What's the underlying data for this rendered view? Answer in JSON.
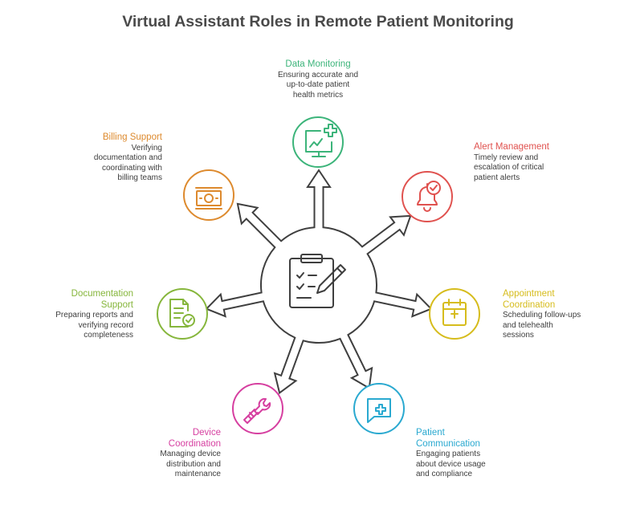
{
  "title": "Virtual Assistant Roles in Remote Patient Monitoring",
  "colors": {
    "outline": "#3f3f3f",
    "green": "#3cb47a",
    "red": "#e0524f",
    "yellow": "#d6bc1c",
    "blue": "#2aa9d0",
    "pink": "#d63fa0",
    "lime": "#86b63c",
    "orange": "#dd8a2e"
  },
  "center_icon": "clipboard-checklist-pencil-icon",
  "roles": [
    {
      "key": "data",
      "heading": "Data Monitoring",
      "lines": [
        "Ensuring accurate and",
        "up-to-date patient",
        "health metrics"
      ],
      "icon": "monitor-medical-chart-icon",
      "color": "#3cb47a"
    },
    {
      "key": "alert",
      "heading": "Alert Management",
      "lines": [
        "Timely review and",
        "escalation of critical",
        "patient alerts"
      ],
      "icon": "bell-check-icon",
      "color": "#e0524f"
    },
    {
      "key": "appointment",
      "heading": "Appointment Coordination",
      "heading_lines": [
        "Appointment",
        "Coordination"
      ],
      "lines": [
        "Scheduling follow-ups",
        "and telehealth",
        "sessions"
      ],
      "icon": "calendar-medical-icon",
      "color": "#d6bc1c"
    },
    {
      "key": "patient",
      "heading": "Patient Communication",
      "heading_lines": [
        "Patient",
        "Communication"
      ],
      "lines": [
        "Engaging patients",
        "about device usage",
        "and compliance"
      ],
      "icon": "chat-medical-icon",
      "color": "#2aa9d0"
    },
    {
      "key": "device",
      "heading": "Device Coordination",
      "heading_lines": [
        "Device",
        "Coordination"
      ],
      "lines": [
        "Managing device",
        "distribution and",
        "maintenance"
      ],
      "icon": "wrench-tool-icon",
      "color": "#d63fa0"
    },
    {
      "key": "docs",
      "heading": "Documentation Support",
      "heading_lines": [
        "Documentation",
        "Support"
      ],
      "lines": [
        "Preparing reports and",
        "verifying record",
        "completeness"
      ],
      "icon": "document-check-icon",
      "color": "#86b63c"
    },
    {
      "key": "billing",
      "heading": "Billing Support",
      "lines": [
        "Verifying",
        "documentation and",
        "coordinating with",
        "billing teams"
      ],
      "icon": "banknote-stack-icon",
      "color": "#dd8a2e"
    }
  ]
}
